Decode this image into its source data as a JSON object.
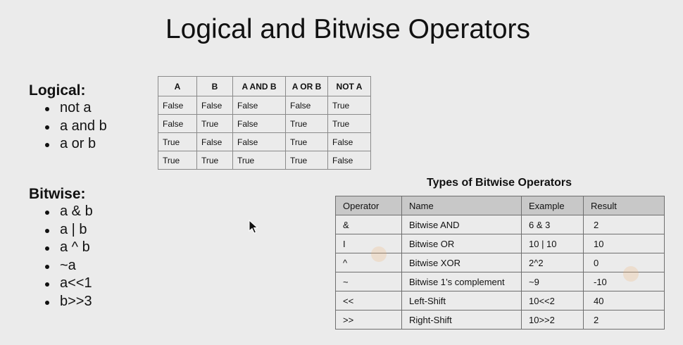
{
  "slide": {
    "title": "Logical and Bitwise Operators"
  },
  "logical": {
    "heading": "Logical:",
    "items": [
      "not a",
      "a and b",
      "a or b"
    ]
  },
  "bitwise": {
    "heading": "Bitwise:",
    "items": [
      "a & b",
      "a | b",
      "a ^ b",
      "~a",
      "a<<1",
      "b>>3"
    ]
  },
  "truth_table": {
    "headers": [
      "A",
      "B",
      "A AND B",
      "A OR B",
      "NOT A"
    ],
    "rows": [
      [
        "False",
        "False",
        "False",
        "False",
        "True"
      ],
      [
        "False",
        "True",
        "False",
        "True",
        "True"
      ],
      [
        "True",
        "False",
        "False",
        "True",
        "False"
      ],
      [
        "True",
        "True",
        "True",
        "True",
        "False"
      ]
    ]
  },
  "operators_table": {
    "caption": "Types of Bitwise Operators",
    "headers": [
      "Operator",
      "Name",
      "Example",
      "Result"
    ],
    "rows": [
      [
        "&",
        "Bitwise AND",
        "6 & 3",
        "2"
      ],
      [
        "I",
        "Bitwise OR",
        "10 | 10",
        "10"
      ],
      [
        "^",
        "Bitwise XOR",
        "2^2",
        "0"
      ],
      [
        "~",
        "Bitwise 1’s complement",
        "~9",
        "-10"
      ],
      [
        "<<",
        "Left-Shift",
        "10<<2",
        "40"
      ],
      [
        ">>",
        "Right-Shift",
        "10>>2",
        "2"
      ]
    ]
  }
}
